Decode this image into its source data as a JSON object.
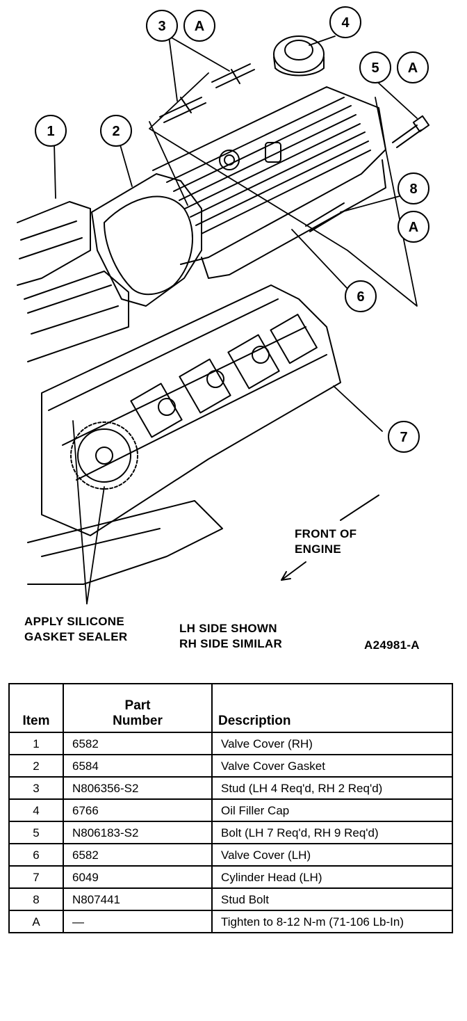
{
  "callouts": {
    "c1": "1",
    "c2": "2",
    "c3": "3",
    "c4": "4",
    "c5": "5",
    "c6": "6",
    "c7": "7",
    "c8": "8",
    "a1": "A",
    "a2": "A",
    "a3": "A"
  },
  "labels": {
    "front_of_engine_line1": "FRONT OF",
    "front_of_engine_line2": "ENGINE",
    "sealer_line1": "APPLY SILICONE",
    "sealer_line2": "GASKET SEALER",
    "side_line1": "LH SIDE SHOWN",
    "side_line2": "RH SIDE SIMILAR",
    "figure_id": "A24981-A"
  },
  "table": {
    "headers": {
      "item": "Item",
      "part_line1": "Part",
      "part_line2": "Number",
      "description": "Description"
    },
    "rows": [
      {
        "item": "1",
        "part": "6582",
        "description": "Valve Cover (RH)"
      },
      {
        "item": "2",
        "part": "6584",
        "description": "Valve Cover Gasket"
      },
      {
        "item": "3",
        "part": "N806356-S2",
        "description": "Stud (LH 4 Req'd, RH 2 Req'd)"
      },
      {
        "item": "4",
        "part": "6766",
        "description": "Oil Filler Cap"
      },
      {
        "item": "5",
        "part": "N806183-S2",
        "description": "Bolt (LH 7 Req'd, RH 9 Req'd)"
      },
      {
        "item": "6",
        "part": "6582",
        "description": "Valve Cover (LH)"
      },
      {
        "item": "7",
        "part": "6049",
        "description": "Cylinder Head (LH)"
      },
      {
        "item": "8",
        "part": "N807441",
        "description": "Stud Bolt"
      },
      {
        "item": "A",
        "part": "—",
        "description": "Tighten to 8-12 N-m (71-106 Lb-In)"
      }
    ]
  }
}
